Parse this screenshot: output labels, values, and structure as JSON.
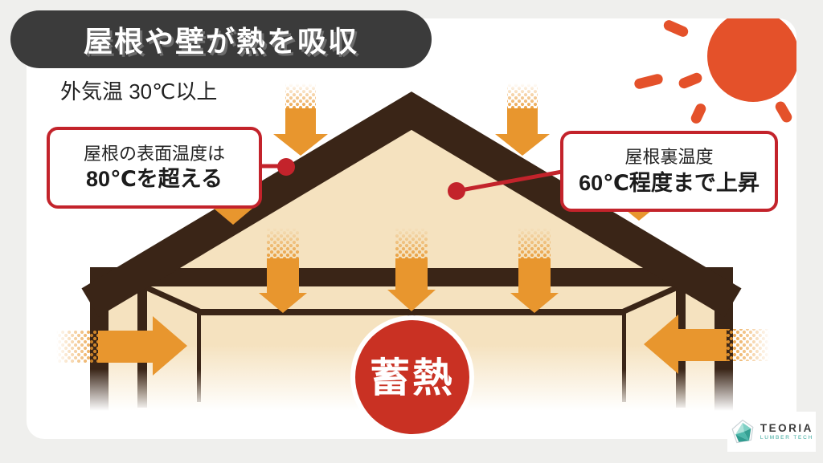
{
  "header": {
    "title": "屋根や壁が熱を吸収"
  },
  "subtitle": {
    "text": "外気温 30℃以上"
  },
  "callouts": {
    "left": {
      "line1": "屋根の表面温度は",
      "line2": "80℃を超える"
    },
    "right": {
      "line1": "屋根裏温度",
      "line2": "60℃程度まで上昇"
    }
  },
  "heat_label": {
    "text": "蓄熱"
  },
  "logo": {
    "name": "TEORIA",
    "sub": "LUMBER TECH"
  },
  "colors": {
    "page_bg": "#efefed",
    "card_bg": "#ffffff",
    "header_bg": "#3b3b3b",
    "sun_orange_red": "#e4512a",
    "roof_brown": "#3a2517",
    "wall_cream": "#f5e2bf",
    "arrow_orange": "#e8962e",
    "heat_circle_red": "#c93123",
    "callout_border_red": "#c3232b",
    "text_dark": "#222222",
    "logo_teal": "#3aa99e"
  },
  "icons": {
    "sun": "sun-icon",
    "heat_arrows": "down-arrow-icon",
    "wall_heat_arrows": "side-arrow-icon",
    "heat_storage_badge": "heat-storage-badge",
    "logo_gem": "logo-gem-icon"
  }
}
